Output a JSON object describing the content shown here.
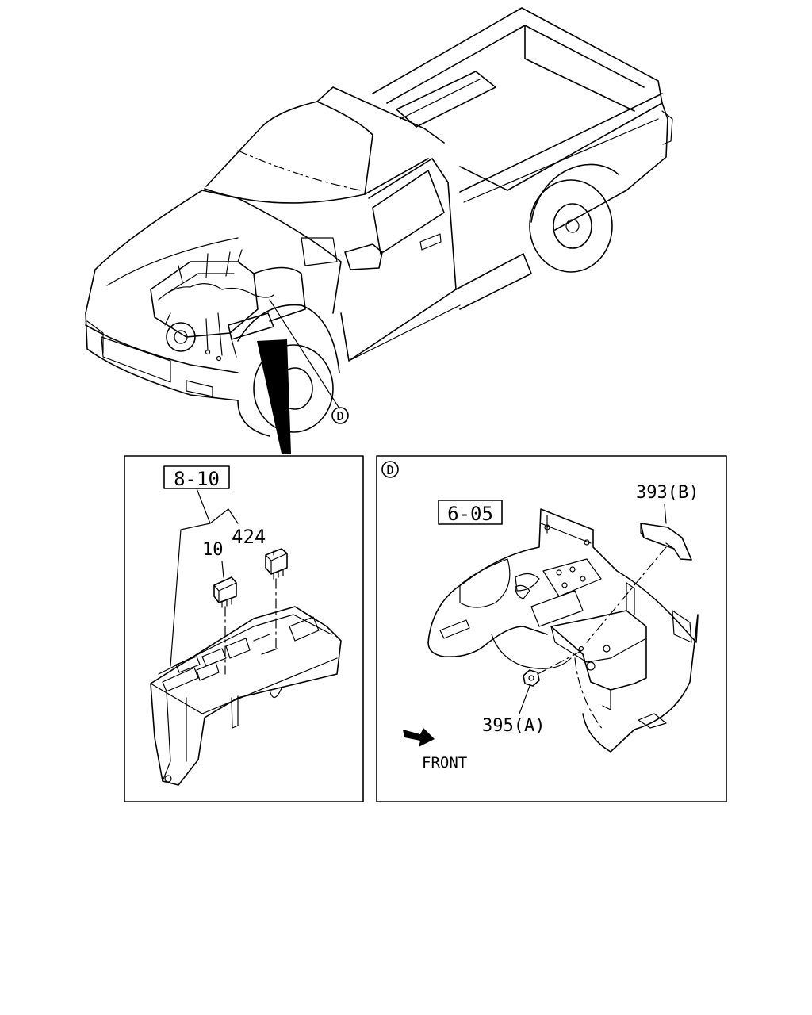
{
  "callouts": {
    "view_marker": "D",
    "detail_marker": "D",
    "ref_left": "8-10",
    "part_10": "10",
    "part_424": "424",
    "ref_right": "6-05",
    "part_393": "393(B)",
    "part_395": "395(A)",
    "front_label": "FRONT"
  },
  "icons": {
    "front_arrow": "arrow-right-down-icon"
  }
}
